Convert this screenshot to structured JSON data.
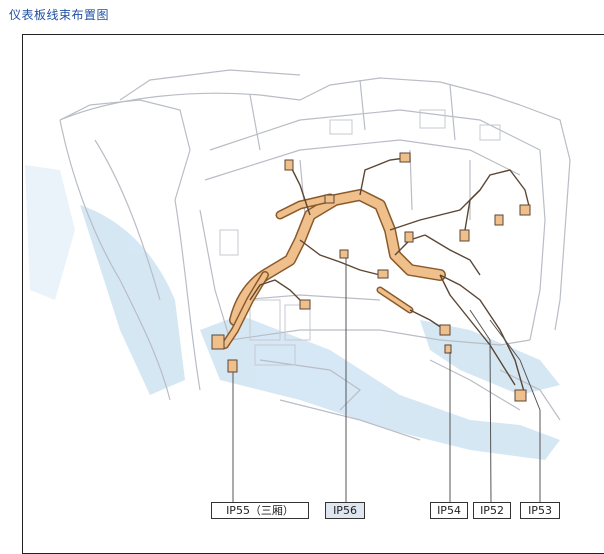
{
  "title": "仪表板线束布置图",
  "callouts": {
    "ip55": "IP55（三厢）",
    "ip56": "IP56",
    "ip54": "IP54",
    "ip52": "IP52",
    "ip53": "IP53"
  },
  "colors": {
    "title": "#1f4fa3",
    "harness": "#e8b27a",
    "harness_outline": "#8a5a2b",
    "body_lines": "#b7bcc4",
    "shadow_blue": "#b9d8ee"
  }
}
